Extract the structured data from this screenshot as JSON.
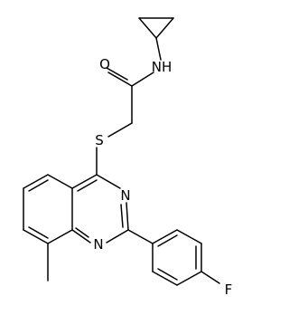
{
  "atoms": {
    "carbonyl_oxygen": "O",
    "amide_nitrogen": "NH",
    "thioether_sulfur": "S",
    "ring_nitrogen_3": "N",
    "ring_nitrogen_1": "N",
    "fluorine": "F"
  }
}
